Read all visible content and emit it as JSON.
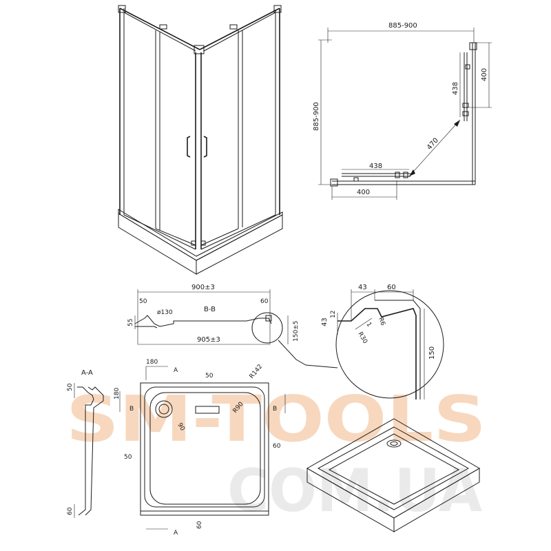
{
  "colors": {
    "line": "#1a1a1a",
    "watermark_primary": "#f2b98a",
    "watermark_secondary": "#e8e8e8"
  },
  "plan": {
    "width_label": "885-900",
    "depth_label": "885-900",
    "door_offset_right": "400",
    "door_offset_bottom": "400",
    "door_width_vertical": "438",
    "door_width_horizontal": "438",
    "diagonal_label": "470"
  },
  "section_bb": {
    "title": "B-B",
    "top_width": "900±3",
    "bottom_width": "905±3",
    "left_rim": "50",
    "right_rim": "60",
    "drain": "ø130",
    "left_height": "55",
    "right_height": "150±5"
  },
  "detail": {
    "dim_43_top": "43",
    "dim_60_top": "60",
    "dim_43_side": "43",
    "dim_12": "12",
    "dim_150": "150",
    "r6": "R6",
    "r30": "R30",
    "one": "1"
  },
  "section_aa": {
    "title": "A-A",
    "top_dim": "50",
    "bottom_dim": "60"
  },
  "tray_plan": {
    "a_top": "A",
    "a_bottom": "A",
    "b_left": "B",
    "b_right": "B",
    "drain_offset_x": "180",
    "drain_offset_y": "180",
    "rim_top": "50",
    "rim_left": "50",
    "rim_right": "60",
    "rim_bottom": "60",
    "corner_radius_outer": "R142",
    "corner_radius_inner": "R90",
    "drain_radius": "90"
  },
  "watermark": {
    "brand": "SM-TOOLS",
    "domain": "COM.UA"
  }
}
